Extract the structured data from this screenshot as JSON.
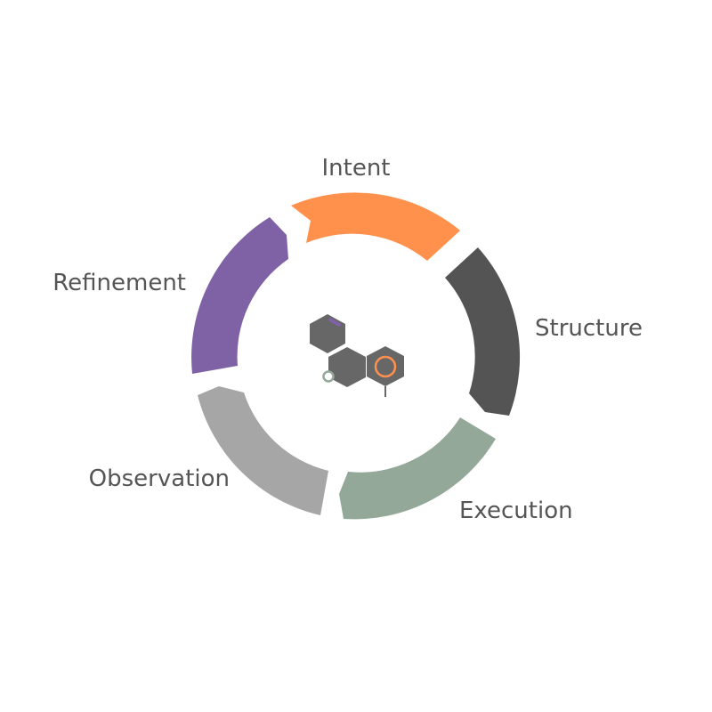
{
  "diagram": {
    "stages": [
      {
        "label": "Intent",
        "color": "#FF914D"
      },
      {
        "label": "Structure",
        "color": "#545454"
      },
      {
        "label": "Execution",
        "color": "#93A898"
      },
      {
        "label": "Observation",
        "color": "#A6A6A6"
      },
      {
        "label": "Refinement",
        "color": "#7F62A6"
      }
    ],
    "center_icon": {
      "name": "hexagon-molecule-icon",
      "hex_color": "#676767",
      "accent_orange": "#FF914D",
      "accent_purple": "#7F62A6",
      "accent_green": "#93A898"
    }
  }
}
